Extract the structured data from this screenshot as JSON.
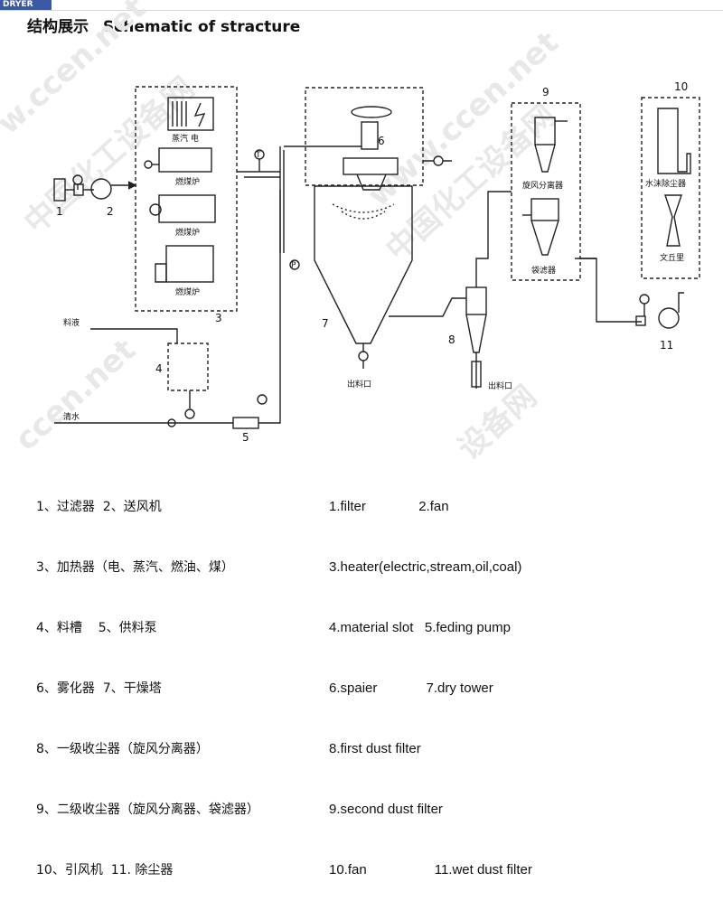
{
  "header": {
    "tag": "DRYER",
    "title_cn": "结构展示",
    "title_en": "Schematic of stracture"
  },
  "watermarks": [
    "w.ccen.net",
    "中国化工设备网",
    "www.ccen.net",
    "中国化工设备网",
    "ccen.net",
    "设备网"
  ],
  "diagram": {
    "numbers": [
      "1",
      "2",
      "3",
      "4",
      "5",
      "6",
      "7",
      "8",
      "9",
      "10",
      "11"
    ],
    "heater_labels": [
      "蒸汽 电",
      "燃煤炉",
      "燃煤炉",
      "燃煤炉"
    ],
    "feed_label": "料液",
    "water_label": "清水",
    "outlet_tower": "出料口",
    "outlet_cyclone": "出料口",
    "cyclone_label": "旋风分离器",
    "bagfilter_label": "袋滤器",
    "scrubber_label": "水沫除尘器",
    "venturi_label": "文丘里",
    "gauge_symbol": "P",
    "thermo_symbol": "T"
  },
  "legend": {
    "cn": [
      "1、过滤器  2、送风机",
      "3、加热器（电、蒸汽、燃油、煤）",
      "4、料槽    5、供料泵",
      "6、雾化器  7、干燥塔",
      "8、一级收尘器（旋风分离器）",
      "9、二级收尘器（旋风分离器、袋滤器）",
      "10、引风机  11. 除尘器"
    ],
    "en": [
      "1.filter              2.fan",
      "3.heater(electric,stream,oil,coal)",
      "4.material slot   5.feding pump",
      "6.spaier             7.dry tower",
      "8.first dust filter",
      "9.second dust filter",
      "10.fan                  11.wet dust filter"
    ]
  }
}
